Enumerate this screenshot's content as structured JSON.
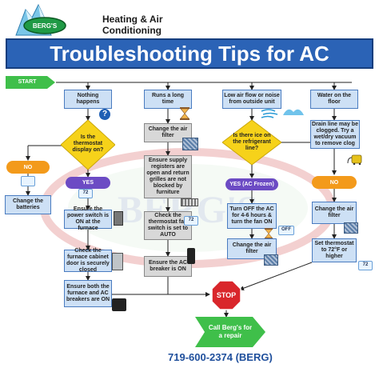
{
  "header": {
    "brand": "BERG'S",
    "company_line1": "Heating & Air",
    "company_line2": "Conditioning"
  },
  "title": "Troubleshooting Tips for AC",
  "watermark": "BERG'S",
  "start_label": "START",
  "top_branches": {
    "nothing_happens": "Nothing happens",
    "runs_long": "Runs a long time",
    "low_airflow": "Low air flow or noise from outside unit",
    "water_floor": "Water on the floor"
  },
  "diamonds": {
    "thermostat": "Is the thermostat display on?",
    "ice": "Is there ice on the refrigerant line?"
  },
  "pills": {
    "no_left": "NO",
    "yes_left": "YES",
    "yes_frozen": "YES (AC Frozen)",
    "no_right": "NO"
  },
  "left_column": {
    "change_batteries": "Change the batteries",
    "power_switch": "Ensure the power switch is ON at the furnace",
    "cabinet_door": "Check the furnace cabinet door is securely closed",
    "breakers_on": "Ensure both the furnace and AC breakers are ON"
  },
  "middle_column": {
    "change_filter": "Change the air filter",
    "registers": "Ensure supply registers are open and return grilles are not blocked by furniture",
    "fan_switch": "Check the thermostat fan switch is set to AUTO",
    "ac_breaker": "Ensure the AC breaker is ON"
  },
  "right_middle_column": {
    "turn_off": "Turn OFF the AC for 4-6 hours & turn the fan ON",
    "change_filter": "Change the air filter"
  },
  "right_column": {
    "drain_line": "Drain line may be clogged. Try a wet/dry vacuum to remove clog",
    "change_filter": "Change the air filter",
    "set_thermostat": "Set thermostat to 72°F or higher"
  },
  "thermostat_readouts": {
    "t1": "72",
    "t2": "OFF",
    "t3": "72"
  },
  "stop_label": "STOP",
  "call_label": "Call Berg's for a repair",
  "phone": "719-600-2374 (BERG)",
  "colors": {
    "title_blue": "#2b63b6",
    "box_blue": "#cde0f5",
    "start_green": "#3fbf4a",
    "diamond_yellow": "#f6d21a",
    "no_orange": "#f39a1b",
    "yes_purple": "#6c4bc4",
    "stop_red": "#d9262b"
  }
}
